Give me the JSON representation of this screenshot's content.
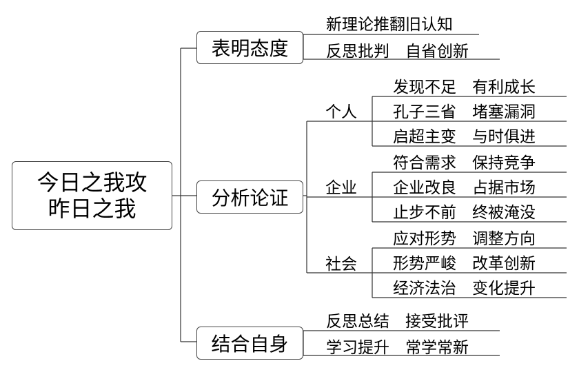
{
  "root": {
    "line1": "今日之我攻",
    "line2": "昨日之我"
  },
  "branches": {
    "attitude": {
      "label": "表明态度",
      "leaves": [
        "新理论推翻旧认知",
        "反思批判　自省创新"
      ]
    },
    "analysis": {
      "label": "分析论证",
      "groups": {
        "personal": {
          "label": "个人",
          "leaves": [
            "发现不足　有利成长",
            "孔子三省　堵塞漏洞",
            "启超主变　与时俱进"
          ]
        },
        "enterprise": {
          "label": "企业",
          "leaves": [
            "符合需求　保持竞争",
            "企业改良　占据市场",
            "止步不前　终被淹没"
          ]
        },
        "society": {
          "label": "社会",
          "leaves": [
            "应对形势　调整方向",
            "形势严峻　改革创新",
            "经济法治　变化提升"
          ]
        }
      }
    },
    "self": {
      "label": "结合自身",
      "leaves": [
        "反思总结　接受批评",
        "学习提升　常学常新"
      ]
    }
  }
}
